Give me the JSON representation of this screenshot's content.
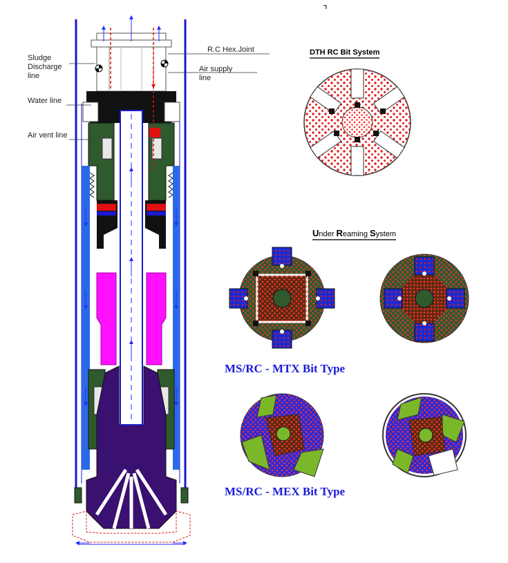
{
  "labels": {
    "sludge_discharge_line": "Sludge\nDischarge\nline",
    "water_line": "Water line",
    "air_vent_line": "Air vent line",
    "rc_hex_joint": "R.C Hex.Joint",
    "air_supply_line": "Air supply\nline"
  },
  "titles": {
    "dth_rc_bit_system": "DTH RC Bit System",
    "under_reaming_system_parts": [
      "U",
      "nder ",
      "R",
      "eaming ",
      "S",
      "ystem"
    ]
  },
  "bit_types": {
    "mtx": "MS/RC - MTX Bit Type",
    "mex": "MS/RC - MEX Bit Type"
  },
  "colors": {
    "outline": "#1a1acc",
    "flow_arrow": "#2a2aff",
    "airline": "#e01010",
    "steel_green": "#2e5a2e",
    "piston_magenta": "#ff10ff",
    "bit_purple": "#3a1070",
    "casing_blue": "#2a6ae8",
    "insert_red": "#e61a1a",
    "wing_blue": "#2a2ad8",
    "wing_lime": "#7ab82a",
    "title_blue": "#1a1adc"
  }
}
